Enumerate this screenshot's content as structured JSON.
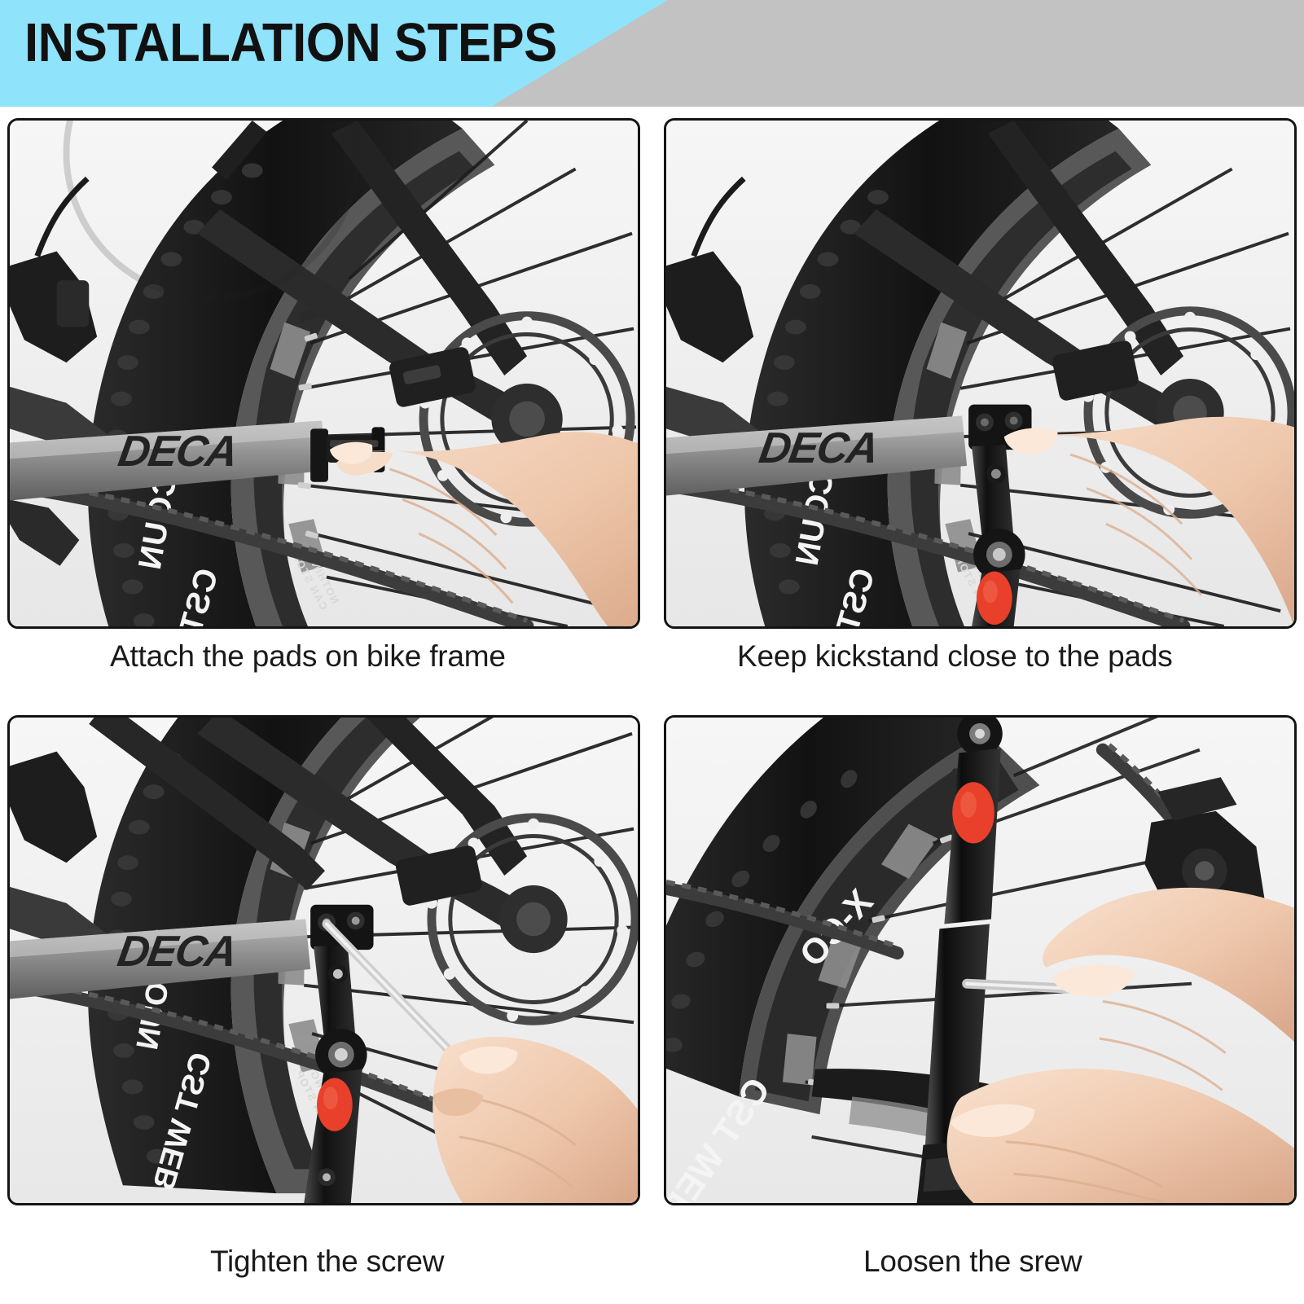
{
  "header": {
    "title": "INSTALLATION STEPS",
    "banner_cyan": "#8fe3fb",
    "banner_gray": "#c2c2c2",
    "title_color": "#111111"
  },
  "steps": [
    {
      "index": 1,
      "caption": "Attach the pads on bike frame",
      "panel_name": "step-1-photo",
      "scene": {
        "subject": "hand pressing adhesive pad onto bike chainstay",
        "frame_decal": "DECA",
        "tire_decal": "CST WEB X-COUN",
        "rim_decal": "NOTHING CAN STOP",
        "kickstand_visible": false,
        "tool_visible": false
      }
    },
    {
      "index": 2,
      "caption": "Keep kickstand close to the pads",
      "panel_name": "step-2-photo",
      "scene": {
        "subject": "hand holding kickstand against the mounted pads",
        "frame_decal": "DECA",
        "tire_decal": "CST WEB X-COUN",
        "rim_decal": "NOTHING CAN STOP",
        "kickstand_visible": true,
        "reflector_color": "#e8402a",
        "tool_visible": false
      }
    },
    {
      "index": 3,
      "caption": "Tighten the screw",
      "panel_name": "step-3-photo",
      "scene": {
        "subject": "hand turning hex key to tighten the kickstand bolt",
        "frame_decal": "DECA",
        "tire_decal": "CST WEB X-COUN",
        "rim_decal": "NOTHING CAN STOP",
        "kickstand_visible": true,
        "reflector_color": "#e8402a",
        "tool_visible": true,
        "tool": "hex-key"
      }
    },
    {
      "index": 4,
      "caption": "Loosen the srew",
      "panel_name": "step-4-photo",
      "scene": {
        "subject": "two hands, one steadying the kickstand leg, one turning the hex key",
        "tire_decal": "CST WEB X-CO",
        "rim_decal": "NOTHING CAN STOP",
        "kickstand_visible": true,
        "reflector_color": "#e8402a",
        "tool_visible": true,
        "tool": "hex-key"
      }
    }
  ],
  "palette": {
    "photo_background": "#efefef",
    "panel_border": "#141414",
    "tire_black": "#1b1b1b",
    "rim_gray": "#9a9a9a",
    "metal_gray": "#555555",
    "skin": "#f0cdb4",
    "skin_shadow": "#d9ab8f",
    "reflector": "#e8402a"
  }
}
